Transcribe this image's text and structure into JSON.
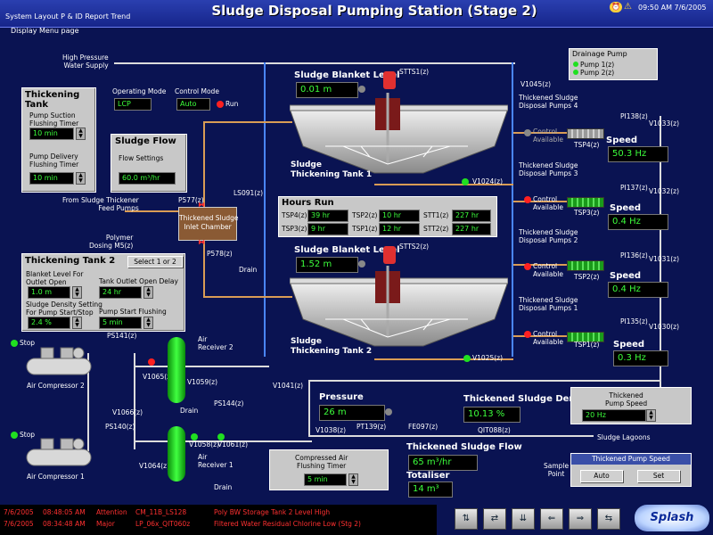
{
  "app": {
    "title": "Sludge Disposal Pumping Station (Stage 2)",
    "menu": "System  Layout  P & ID  Report  Trend",
    "clock": "09:50 AM  7/6/2005",
    "subtitle": "Display Menu page"
  },
  "labels": {
    "hp_water": "High Pressure\nWater Supply",
    "from_thickener": "From Sludge Thickener\nFeed Pumps",
    "polymer": "Polymer\nDosing M5(z)",
    "inlet_chamber": "Thickened Sludge\nInlet Chamber",
    "p577": "P577(z)",
    "p578": "P578(z)",
    "ls091": "LS091(z)",
    "drain": "Drain",
    "tank1": "Sludge\nThickening Tank 1",
    "tank2": "Sludge\nThickening Tank 2",
    "stts1": "STTS1(z)",
    "stts2": "STTS2(z)",
    "v1045": "V1045(z)",
    "v1024": "V1024(z)",
    "v1025": "V1025(z)",
    "v1041": "V1041(z)",
    "v1038": "V1038(z)",
    "pt139": "PT139(z)",
    "fe097": "FE097(z)",
    "qit088": "QIT088(z)",
    "sludge_lagoons": "Sludge Lagoons",
    "sample_point": "Sample\nPoint",
    "air_receiver1": "Air\nReceiver 1",
    "air_receiver2": "Air\nReceiver 2",
    "air_comp1": "Air Compressor 1",
    "air_comp2": "Air Compressor 2",
    "stop": "Stop",
    "ps141": "PS141(z)",
    "ps140": "PS140(z)",
    "ps144": "PS144(z)",
    "v1065": "V1065(z)",
    "v1059": "V1059(z)",
    "v1066": "V1066(z)",
    "v1064": "V1064(z)",
    "v1058": "V1058(z)",
    "v1061": "V1061(z)"
  },
  "thickening_tank": {
    "title": "Thickening Tank",
    "suction_label": "Pump Suction\nFlushing Timer",
    "suction_value": "10 min",
    "delivery_label": "Pump Delivery\nFlushing Timer",
    "delivery_value": "10 min"
  },
  "modes": {
    "operating_label": "Operating Mode",
    "operating_value": "LCP",
    "control_label": "Control Mode",
    "control_value": "Auto",
    "run": "Run"
  },
  "sludge_flow": {
    "title": "Sludge Flow",
    "settings_label": "Flow Settings",
    "settings_value": "60.0 m³/hr"
  },
  "blanket1": {
    "label": "Sludge Blanket Level",
    "value": "0.01 m"
  },
  "blanket2": {
    "label": "Sludge Blanket Level",
    "value": "1.52 m"
  },
  "hours_run": {
    "title": "Hours Run",
    "cells": [
      {
        "name": "TSP4(z)",
        "value": "39 hr"
      },
      {
        "name": "TSP2(z)",
        "value": "10 hr"
      },
      {
        "name": "STT1(z)",
        "value": "227 hr"
      },
      {
        "name": "TSP3(z)",
        "value": "9 hr"
      },
      {
        "name": "TSP1(z)",
        "value": "12 hr"
      },
      {
        "name": "STT2(z)",
        "value": "227 hr"
      }
    ]
  },
  "tank2_panel": {
    "title": "Thickening Tank 2",
    "select_btn": "Select 1 or 2",
    "blanket_label": "Blanket Level For\nOutlet Open",
    "blanket_value": "1.0 m",
    "outlet_label": "Tank Outlet Open Delay",
    "outlet_value": "24 hr",
    "density_label": "Sludge Density Setting\nFor Pump Start/Stop",
    "density_value": "2.4 %",
    "period_label": "Pump Start Flushing Period",
    "period_value": "5 min"
  },
  "drainage": {
    "title": "Drainage Pump",
    "p1": "Pump 1(z)",
    "p2": "Pump 2(z)"
  },
  "pumps": [
    {
      "name": "Thickened Sludge\nDisposal Pumps 4",
      "pi": "PI138(z)",
      "valve": "V1033(z)",
      "tsp": "TSP4(z)",
      "ctrl": "Control\nAvailable",
      "speed_label": "Speed",
      "speed": "50.3 Hz"
    },
    {
      "name": "Thickened Sludge\nDisposal Pumps 3",
      "pi": "PI137(z)",
      "valve": "V1032(z)",
      "tsp": "TSP3(z)",
      "ctrl": "Control\nAvailable",
      "speed_label": "Speed",
      "speed": "0.4 Hz"
    },
    {
      "name": "Thickened Sludge\nDisposal Pumps 2",
      "pi": "PI136(z)",
      "valve": "V1031(z)",
      "tsp": "TSP2(z)",
      "ctrl": "Control\nAvailable",
      "speed_label": "Speed",
      "speed": "0.4 Hz"
    },
    {
      "name": "Thickened Sludge\nDisposal Pumps 1",
      "pi": "PI135(z)",
      "valve": "V1030(z)",
      "tsp": "TSP1(z)",
      "ctrl": "Control\nAvailable",
      "speed_label": "Speed",
      "speed": "0.3 Hz"
    }
  ],
  "pressure": {
    "label": "Pressure",
    "value": "26 m"
  },
  "density": {
    "label": "Thickened Sludge Density",
    "value": "10.13 %"
  },
  "pump_speed_panel": {
    "label": "Thickened\nPump Speed",
    "value": "20 Hz"
  },
  "flow": {
    "label": "Thickened Sludge Flow",
    "value": "65 m³/hr",
    "totaliser_label": "Totaliser",
    "totaliser_value": "14 m³"
  },
  "compressed_air": {
    "label": "Compressed Air\nFlushing Timer",
    "value": "5 min"
  },
  "thickened_pump_speed": {
    "title": "Thickened Pump Speed",
    "auto": "Auto",
    "set": "Set"
  },
  "alarms": [
    {
      "date": "7/6/2005",
      "time": "08:48:05 AM",
      "type": "Attention",
      "tag": "CM_11B_LS128",
      "msg": "Poly BW Storage Tank 2 Level High"
    },
    {
      "date": "7/6/2005",
      "time": "08:34:48 AM",
      "type": "Major",
      "tag": "LP_06x_QIT060z",
      "msg": "Filtered Water Residual Chlorine Low (Stg 2)"
    }
  ],
  "brand": "Splash",
  "colors": {
    "bg": "#0a1352",
    "value_green": "#3cff3c",
    "alarm_red": "#ff3030"
  }
}
